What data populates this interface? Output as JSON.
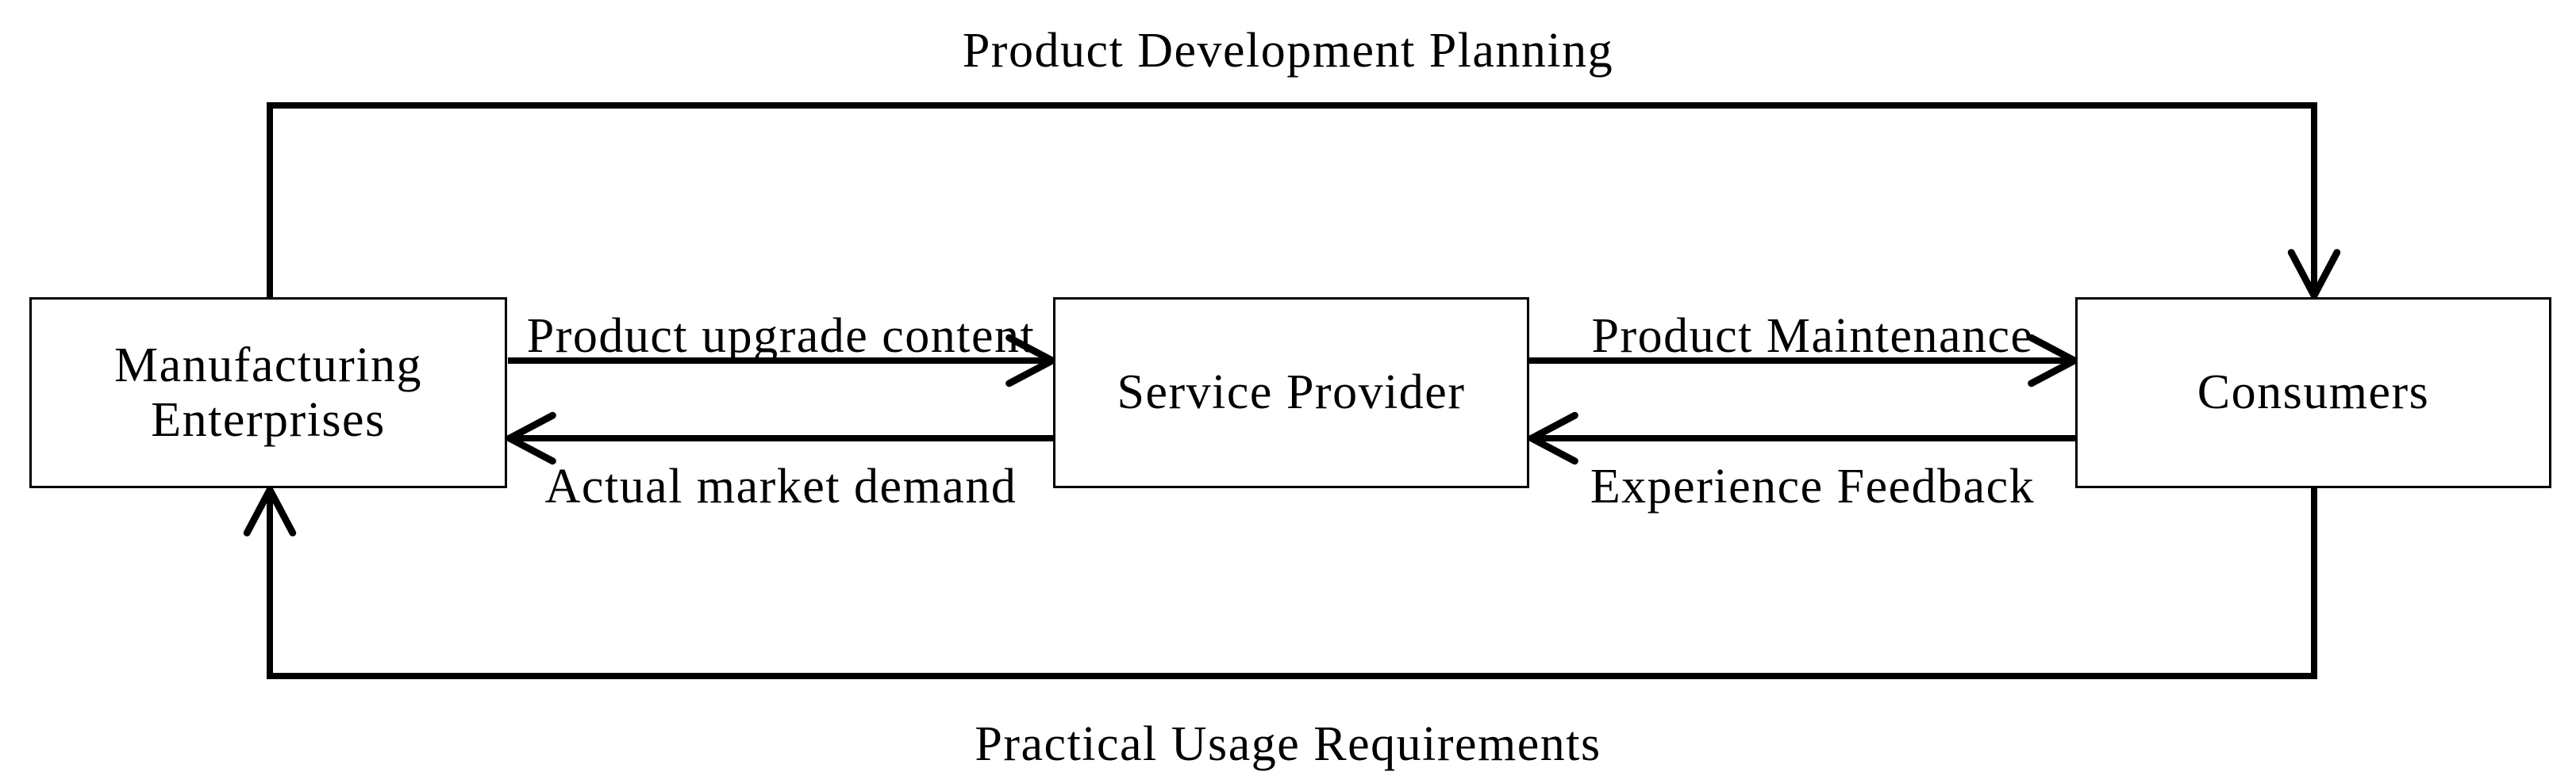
{
  "colors": {
    "ink": "#000000",
    "background": "#ffffff"
  },
  "nodes": [
    {
      "id": "manufacturing-enterprises",
      "label": "Manufacturing Enterprises"
    },
    {
      "id": "service-provider",
      "label": "Service Provider"
    },
    {
      "id": "consumers",
      "label": "Consumers"
    }
  ],
  "edges": [
    {
      "id": "product-upgrade-content",
      "label": "Product upgrade content",
      "from": "Manufacturing Enterprises",
      "to": "Service Provider",
      "route": "direct"
    },
    {
      "id": "actual-market-demand",
      "label": "Actual market demand",
      "from": "Service Provider",
      "to": "Manufacturing Enterprises",
      "route": "direct"
    },
    {
      "id": "product-maintenance",
      "label": "Product Maintenance",
      "from": "Service Provider",
      "to": "Consumers",
      "route": "direct"
    },
    {
      "id": "experience-feedback",
      "label": "Experience Feedback",
      "from": "Consumers",
      "to": "Service Provider",
      "route": "direct"
    },
    {
      "id": "product-development-planning",
      "label": "Product Development Planning",
      "from": "Manufacturing Enterprises",
      "to": "Consumers",
      "route": "top-loop"
    },
    {
      "id": "practical-usage-requirements",
      "label": "Practical Usage Requirements",
      "from": "Consumers",
      "to": "Manufacturing Enterprises",
      "route": "bottom-loop"
    }
  ]
}
